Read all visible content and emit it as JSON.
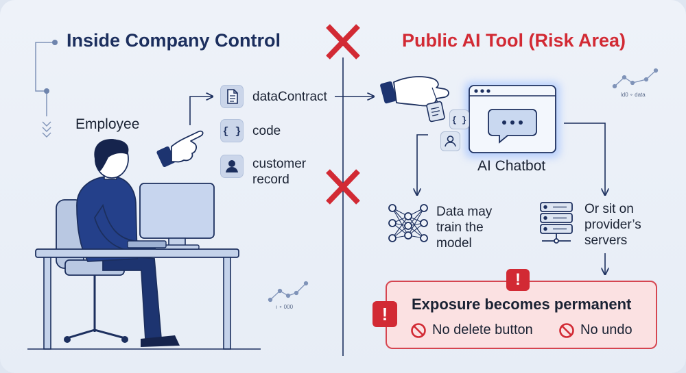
{
  "left_title": "Inside Company Control",
  "right_title": "Public AI Tool (Risk Area)",
  "employee_label": "Employee",
  "data_items": [
    {
      "label": "dataContract",
      "icon": "document-icon"
    },
    {
      "label": "code",
      "icon": "code-braces-icon"
    },
    {
      "label": "customer record",
      "icon": "person-icon"
    }
  ],
  "chatbot_label": "AI Chatbot",
  "train_label": "Data may train the model",
  "servers_label": "Or sit on provider’s servers",
  "alert": {
    "title": "Exposure becomes permanent",
    "items": [
      "No delete button",
      "No undo"
    ],
    "badge_symbol": "!"
  },
  "decor_right_caption": "ld0 ∘ data",
  "decor_left_caption": "ı ∘ 000",
  "colors": {
    "navy": "#1c2f5e",
    "risk_red": "#d22a34",
    "alert_bg": "#fbe1e2",
    "chip_blue": "#cbd6ea"
  }
}
